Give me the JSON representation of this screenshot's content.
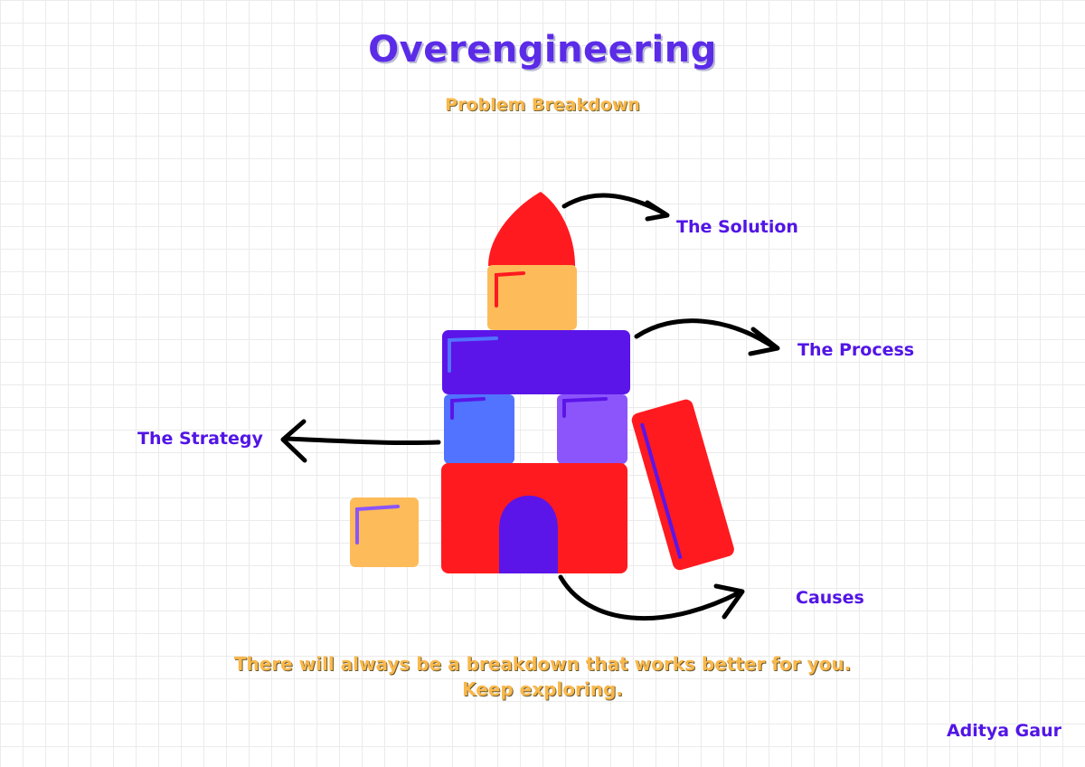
{
  "title": "Overengineering",
  "subtitle": "Problem Breakdown",
  "labels": {
    "solution": "The Solution",
    "process": "The Process",
    "strategy": "The Strategy",
    "causes": "Causes"
  },
  "footer": {
    "line1": "There will always be a breakdown that works better for you.",
    "line2": "Keep exploring."
  },
  "author": "Aditya Gaur",
  "colors": {
    "purple": "#5b15e8",
    "red": "#ff1a1f",
    "orange": "#fdbb59",
    "blue": "#5173ff",
    "violet": "#8b55fb",
    "arrow": "#000000"
  }
}
